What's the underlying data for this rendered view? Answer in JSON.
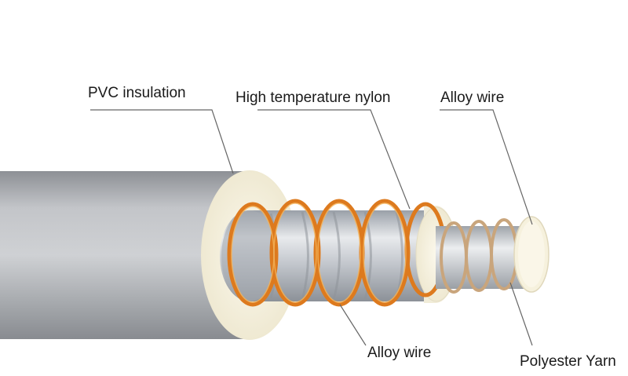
{
  "labels": {
    "pvc_insulation": "PVC insulation",
    "high_temperature_nylon": "High temperature nylon",
    "alloy_wire_top": "Alloy wire",
    "alloy_wire_bottom": "Alloy wire",
    "polyester_yarn": "Polyester Yarn"
  },
  "colors": {
    "background": "#ffffff",
    "outer_sheath": "#b9bbbf",
    "insulation_face": "#f4efdc",
    "metal_core": "#c6c9ce",
    "copper_wire": "#dd7a1e",
    "tan_wire": "#c9a57c",
    "leader_line": "#666666"
  }
}
